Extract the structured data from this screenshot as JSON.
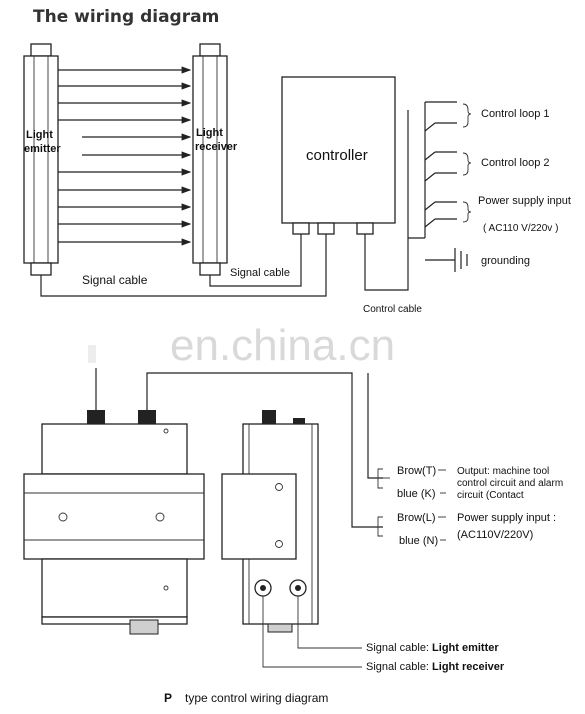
{
  "title": "The wiring diagram",
  "top": {
    "emitter_label_1": "Light",
    "emitter_label_2": "emitter",
    "receiver_label_1": "Light",
    "receiver_label_2": "receiver",
    "controller_label": "controller",
    "signal_cable_1": "Signal cable",
    "signal_cable_2": "Signal cable",
    "control_cable": "Control cable",
    "control_loop_1": "Control loop 1",
    "control_loop_2": "Control loop 2",
    "power_supply": "Power supply input",
    "power_voltage": "( AC110 V/220v )",
    "grounding": "grounding"
  },
  "watermark": "en.china.cn",
  "bottom": {
    "brow_t": "Brow(T)",
    "blue_k": "blue (K)",
    "output_1": "Output: machine tool",
    "output_2": "control circuit and alarm",
    "output_3": "circuit    (Contact",
    "brow_l": "Brow(L)",
    "blue_n": "blue (N)",
    "power_1": "Power supply input :",
    "power_2": "(AC110V/220V)",
    "signal_prefix_1": "Signal cable: ",
    "signal_emitter": "Light emitter",
    "signal_prefix_2": "Signal cable: ",
    "signal_receiver": "Light receiver",
    "caption_p": "P",
    "caption_text": "type control wiring diagram"
  }
}
